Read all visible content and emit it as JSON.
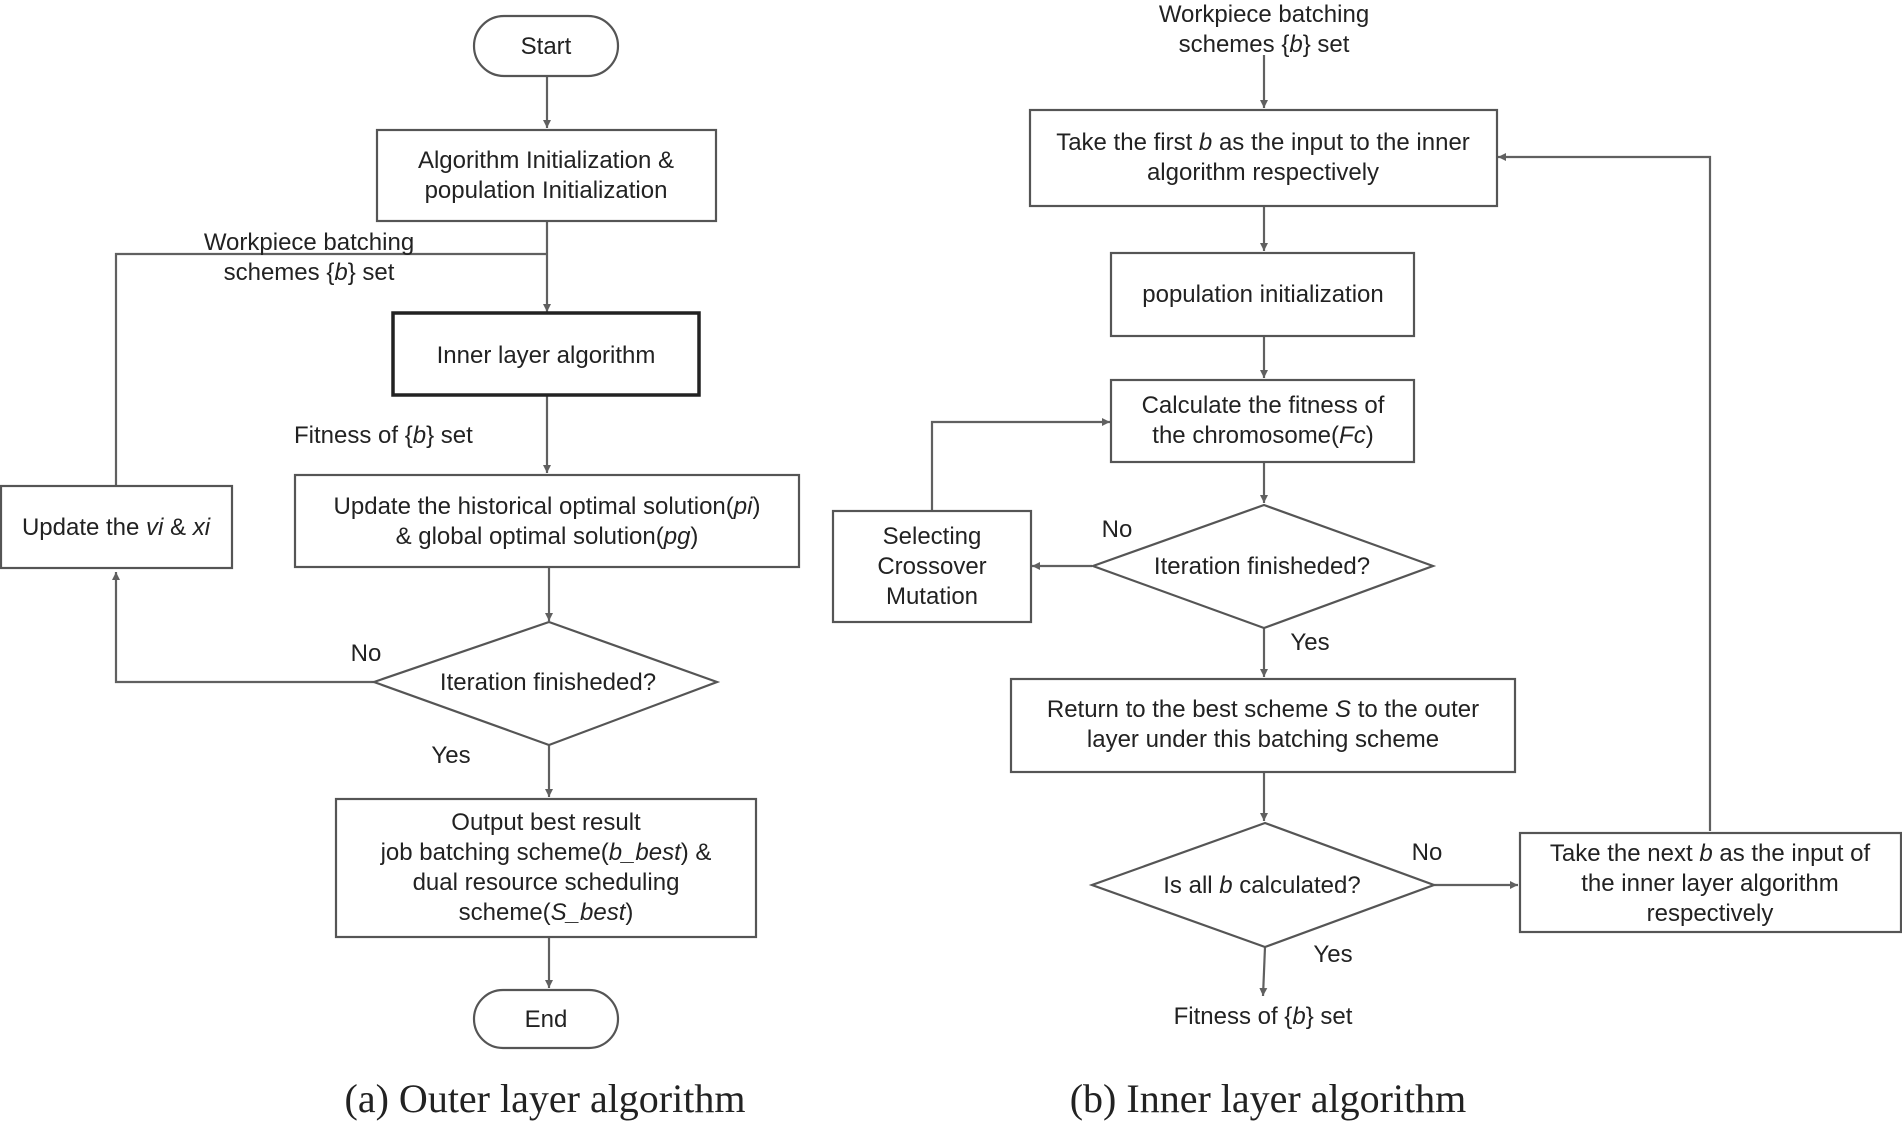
{
  "outer": {
    "start": "Start",
    "init_line1": "Algorithm Initialization &",
    "init_line2": "population Initialization",
    "workpiece_line1": "Workpiece batching",
    "workpiece_pre": "schemes {",
    "workpiece_var": "b",
    "workpiece_post": "} set",
    "inner_box": "Inner layer algorithm",
    "fitness_pre": "Fitness of {",
    "fitness_var": "b",
    "fitness_post": "} set",
    "update_l1_pre": "Update the historical optimal solution(",
    "update_l1_var": "pi",
    "update_l1_post": ")",
    "update_l2_pre": "& global optimal solution(",
    "update_l2_var": "pg",
    "update_l2_post": ")",
    "vx_pre": "Update the ",
    "vx_var1": "vi",
    "vx_mid": " & ",
    "vx_var2": "xi",
    "decision": "Iteration finisheded?",
    "no": "No",
    "yes": "Yes",
    "out_l1": "Output best result",
    "out_l2_pre": "job batching scheme(",
    "out_l2_var": "b_best",
    "out_l2_post": ") &",
    "out_l3": "dual resource scheduling",
    "out_l4_pre": "scheme(",
    "out_l4_var": "S_best",
    "out_l4_post": ")",
    "end": "End",
    "caption": "(a) Outer layer algorithm"
  },
  "inner": {
    "in_line1": "Workpiece batching",
    "in_pre": "schemes {",
    "in_var": "b",
    "in_post": "} set",
    "take_l1_pre": "Take the first ",
    "take_l1_var": "b",
    "take_l1_post": " as the input to the inner",
    "take_l2": "algorithm respectively",
    "pop_init": "population initialization",
    "fit_l1": "Calculate the fitness of",
    "fit_l2_pre": "the chromosome(",
    "fit_l2_var": "Fc",
    "fit_l2_post": ")",
    "ops_l1": "Selecting",
    "ops_l2": "Crossover",
    "ops_l3": "Mutation",
    "decision": "Iteration finisheded?",
    "no": "No",
    "yes": "Yes",
    "ret_l1_pre": "Return to the best scheme ",
    "ret_l1_var": "S",
    "ret_l1_post": " to the outer",
    "ret_l2": "layer under this batching scheme",
    "all_pre": "Is all ",
    "all_var": "b",
    "all_post": " calculated?",
    "no2": "No",
    "yes2": "Yes",
    "next_l1_pre": "Take the next ",
    "next_l1_var": "b",
    "next_l1_post": " as the input of",
    "next_l2": "the inner layer algorithm",
    "next_l3": "respectively",
    "out_pre": "Fitness of {",
    "out_var": "b",
    "out_post": "} set",
    "caption": "(b) Inner layer algorithm"
  }
}
